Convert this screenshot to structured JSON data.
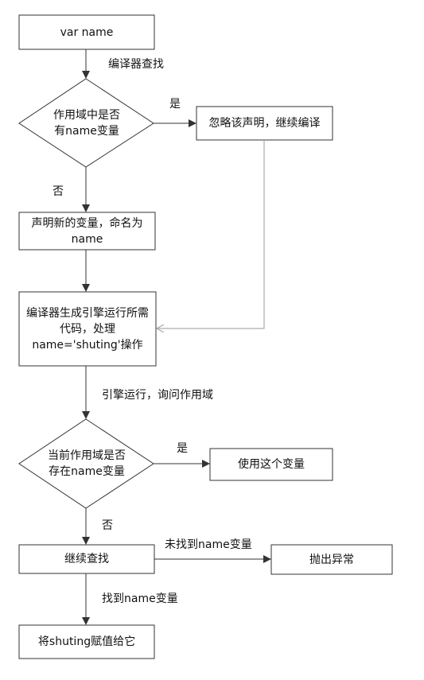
{
  "nodes": {
    "start": "var name",
    "decision1": "作用域中是否有name变量",
    "ignore": "忽略该声明，继续编译",
    "declare": "声明新的变量，命名为name",
    "generate": "编译器生成引擎运行所需代码，处理name='shuting'操作",
    "decision2": "当前作用域是否存在name变量",
    "use": "使用这个变量",
    "continue": "继续查找",
    "throw": "抛出异常",
    "assign": "将shuting赋值给它"
  },
  "edges": {
    "compiler_lookup": "编译器查找",
    "yes1": "是",
    "no1": "否",
    "engine_run": "引擎运行，询问作用域",
    "yes2": "是",
    "no2": "否",
    "not_found": "未找到name变量",
    "found": "找到name变量"
  }
}
